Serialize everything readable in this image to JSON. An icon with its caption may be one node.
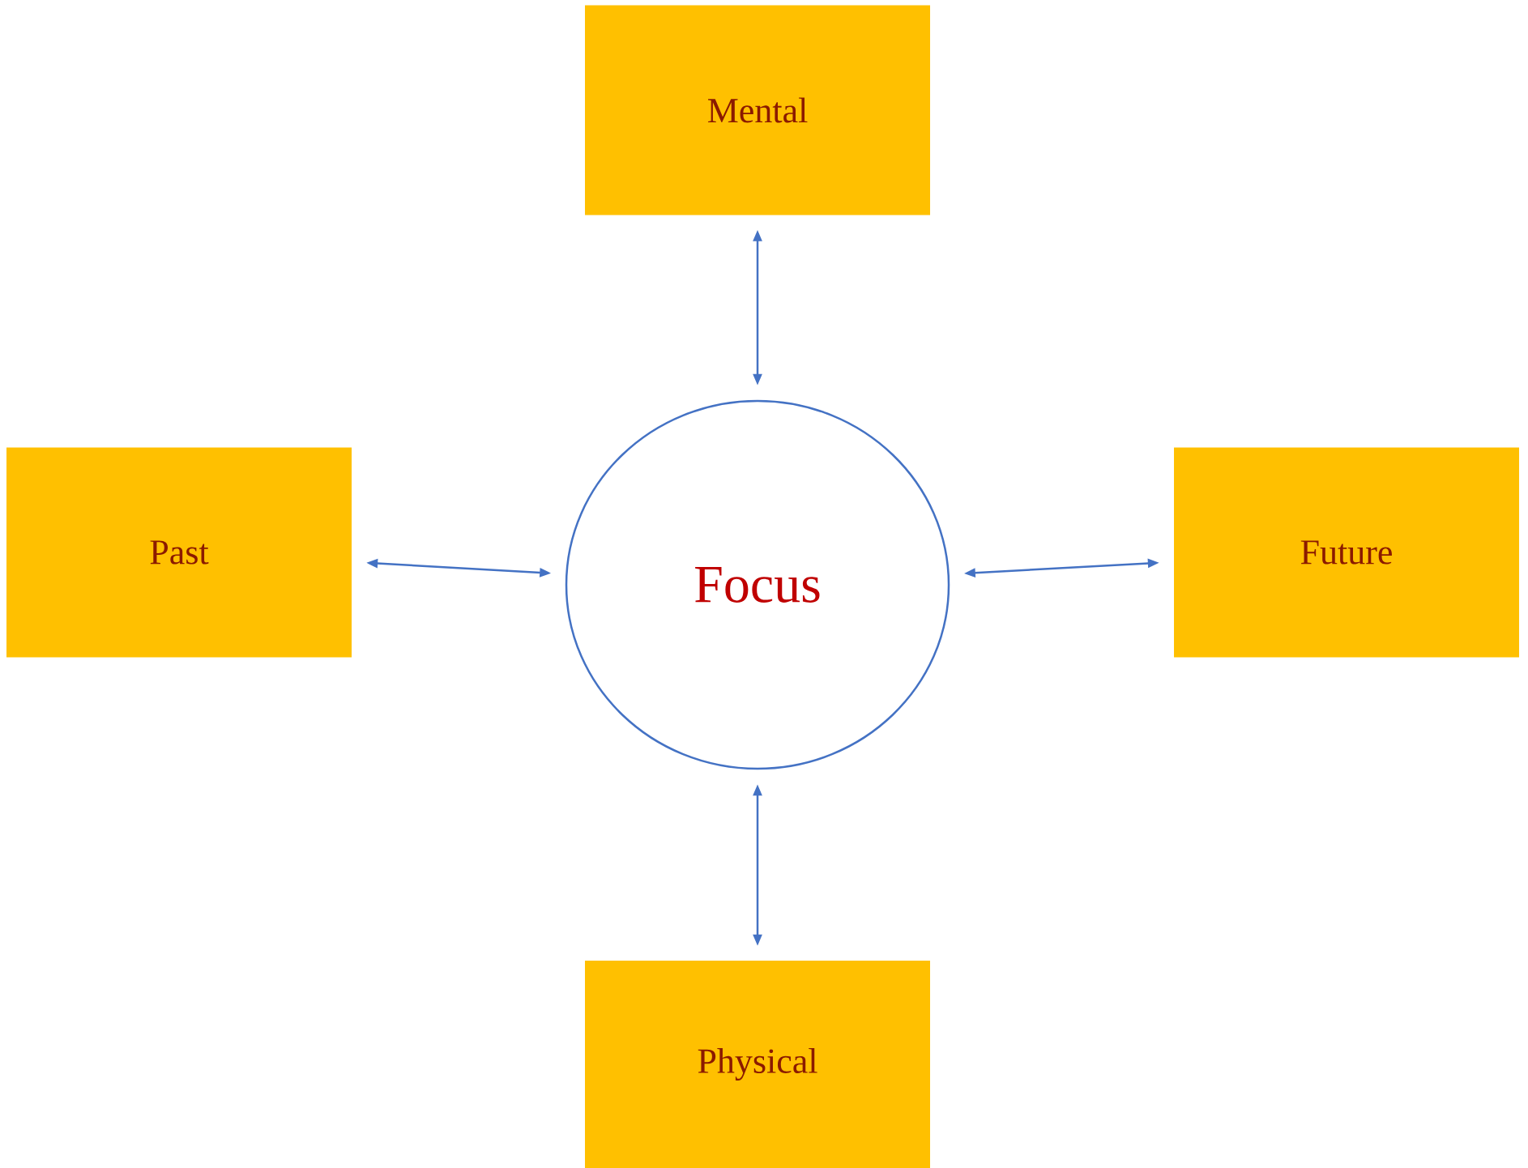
{
  "diagram": {
    "nodes": [
      {
        "text": [
          "Mental"
        ]
      },
      {
        "text": [
          "Past"
        ]
      },
      {
        "text": [
          "Focus"
        ]
      },
      {
        "text": [
          "Future"
        ]
      },
      {
        "text": [
          "Physical"
        ]
      }
    ],
    "edges": [
      {
        "from": 2,
        "to": 0,
        "arrow": "both"
      },
      {
        "from": 2,
        "to": 1,
        "arrow": "both"
      },
      {
        "from": 2,
        "to": 3,
        "arrow": "both"
      },
      {
        "from": 2,
        "to": 4,
        "arrow": "both"
      }
    ]
  }
}
